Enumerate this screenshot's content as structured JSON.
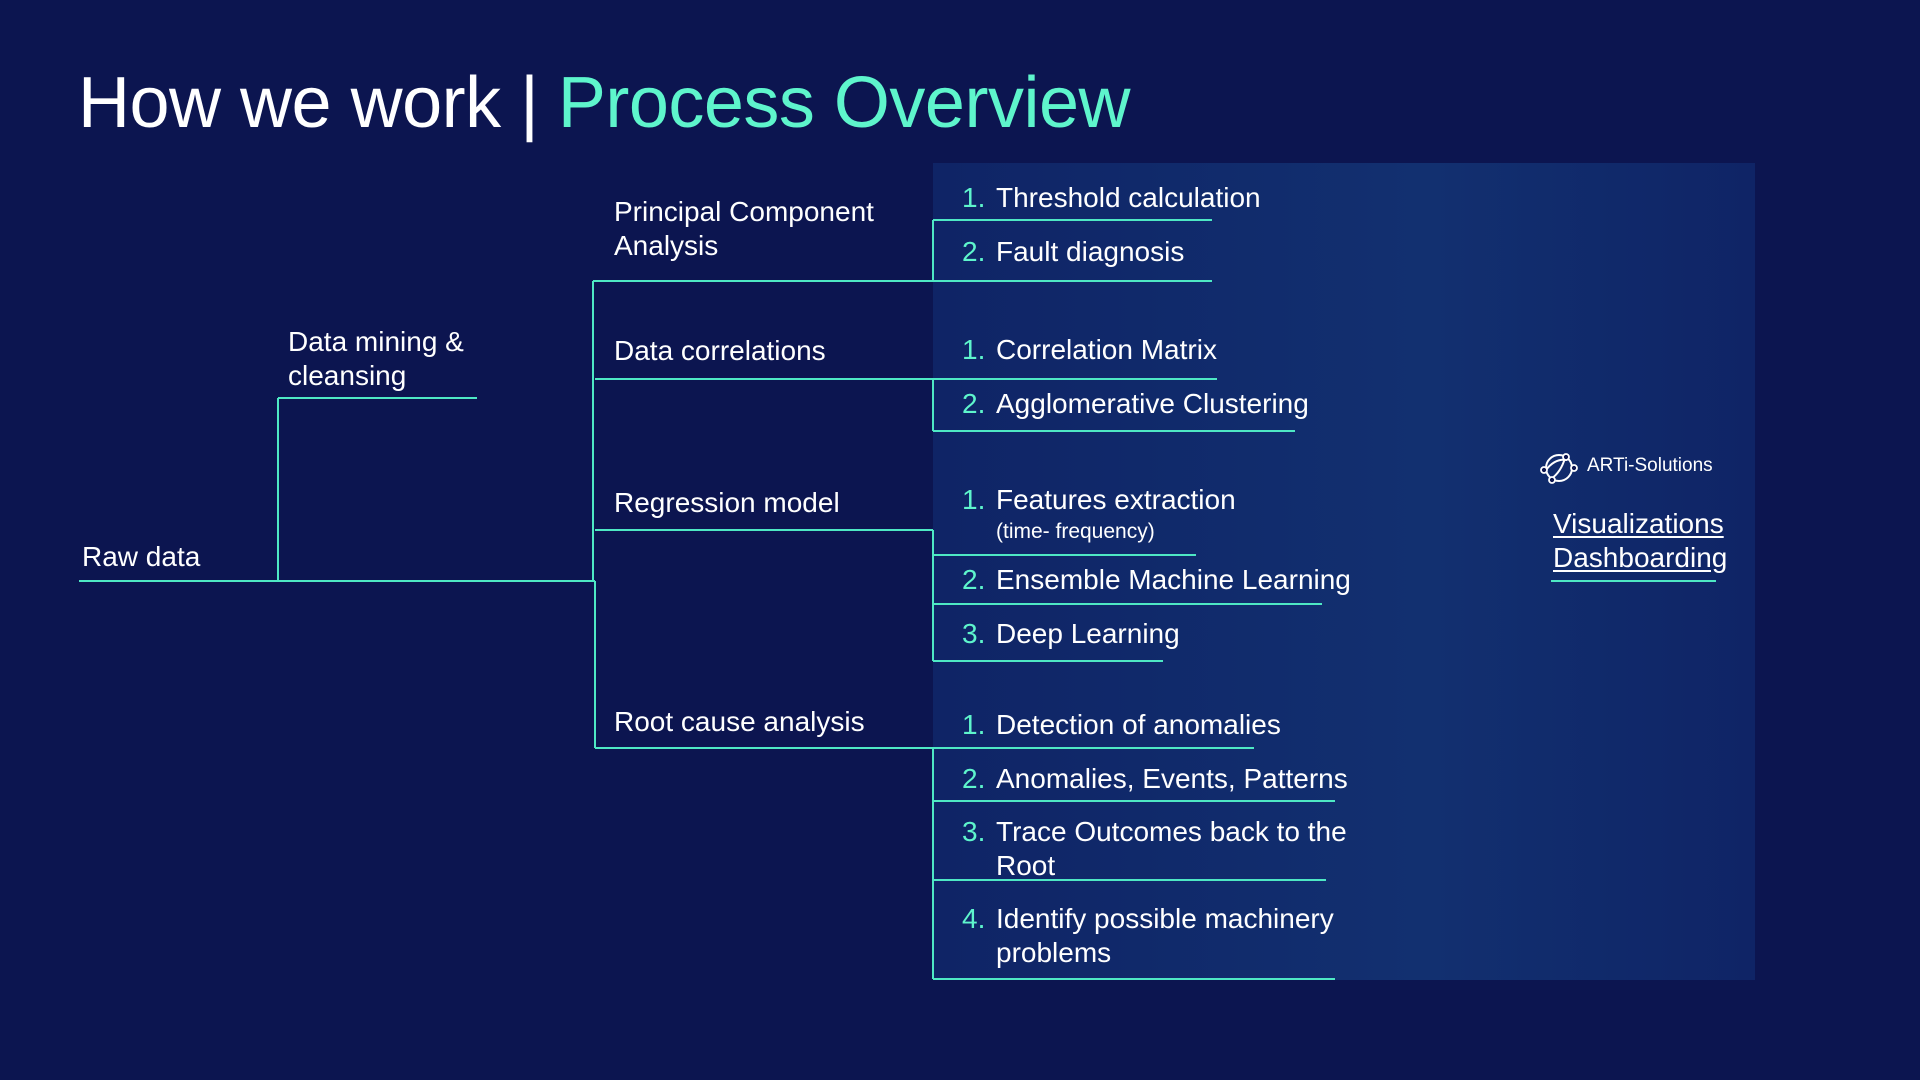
{
  "title": {
    "main": "How we work |",
    "accent": "Process Overview"
  },
  "root": "Raw data",
  "stage1": "Data mining & cleansing",
  "methods": {
    "pca": "Principal  Component Analysis",
    "corr": "Data correlations",
    "reg": "Regression model",
    "rca": "Root cause analysis"
  },
  "steps": {
    "pca": [
      {
        "num": "1.",
        "text": "Threshold  calculation"
      },
      {
        "num": "2.",
        "text": "Fault diagnosis"
      }
    ],
    "corr": [
      {
        "num": "1.",
        "text": "Correlation Matrix"
      },
      {
        "num": "2.",
        "text": "Agglomerative  Clustering"
      }
    ],
    "reg": [
      {
        "num": "1.",
        "text": "Features  extraction",
        "sub": "(time-  frequency)"
      },
      {
        "num": "2.",
        "text": "Ensemble  Machine  Learning"
      },
      {
        "num": "3.",
        "text": "Deep Learning"
      }
    ],
    "rca": [
      {
        "num": "1.",
        "text": "Detection of  anomalies"
      },
      {
        "num": "2.",
        "text": "Anomalies,  Events,  Patterns"
      },
      {
        "num": "3.",
        "text": "Trace  Outcomes  back to the Root"
      },
      {
        "num": "4.",
        "text": "Identify possible  machinery problems"
      }
    ]
  },
  "brand": {
    "logo_icon": "arti-logo-icon",
    "name": "ARTi-Solutions"
  },
  "outputs": {
    "line1": "Visualizations",
    "line2": "Dashboarding"
  },
  "colors": {
    "background": "#0c1550",
    "accent": "#5ef5cc",
    "panel": "#123070"
  }
}
